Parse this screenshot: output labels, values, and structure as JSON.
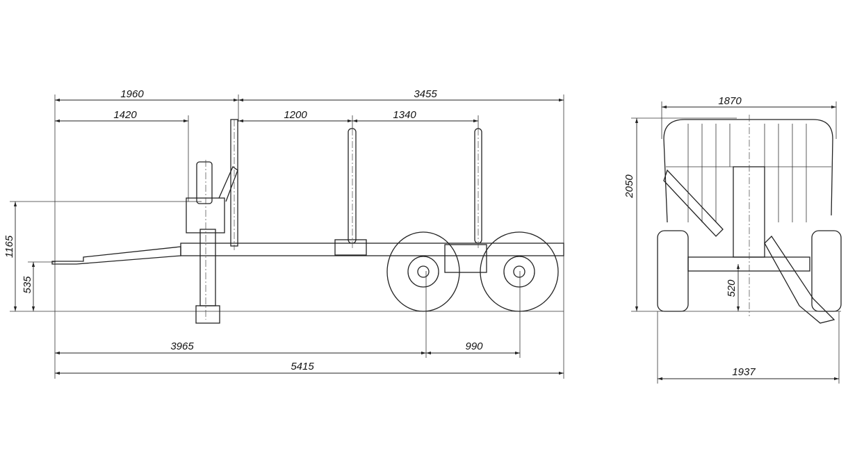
{
  "title": "Forestry trailer – side and rear view dimensions",
  "side_view": {
    "dimensions": {
      "overall_front": "1960",
      "overall_rear": "3455",
      "crane_offset": "1420",
      "stake_spacing_1": "1200",
      "stake_spacing_2": "1340",
      "height_crane_mount": "1165",
      "height_drawbar": "535",
      "drawbar_to_axle": "3965",
      "axle_spacing": "990",
      "overall_length": "5415"
    }
  },
  "rear_view": {
    "dimensions": {
      "bunk_width": "1870",
      "overall_height": "2050",
      "ground_clearance": "520",
      "overall_width": "1937"
    }
  }
}
